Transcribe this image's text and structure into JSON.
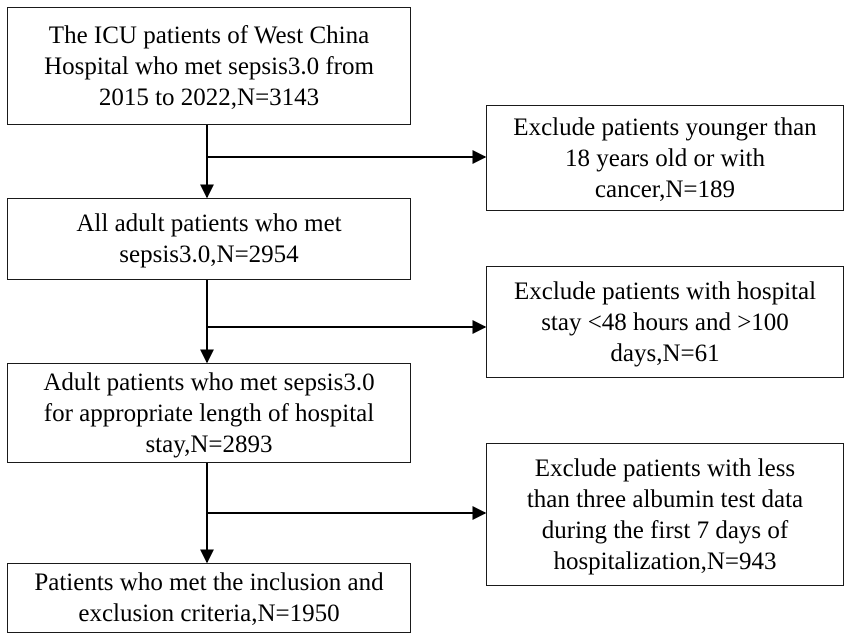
{
  "flowchart": {
    "steps": [
      "The ICU patients of West China\nHospital who met sepsis3.0 from\n2015 to 2022,N=3143",
      "All adult patients who met\nsepsis3.0,N=2954",
      "Adult patients who met sepsis3.0\nfor appropriate length of hospital\nstay,N=2893",
      "Patients who met the inclusion and\nexclusion criteria,N=1950"
    ],
    "exclusions": [
      "Exclude patients younger than\n18 years old or with\ncancer,N=189",
      "Exclude patients with hospital\nstay <48 hours and >100\ndays,N=61",
      "Exclude patients with less\nthan three albumin test data\nduring the first 7 days of\nhospitalization,N=943"
    ]
  }
}
